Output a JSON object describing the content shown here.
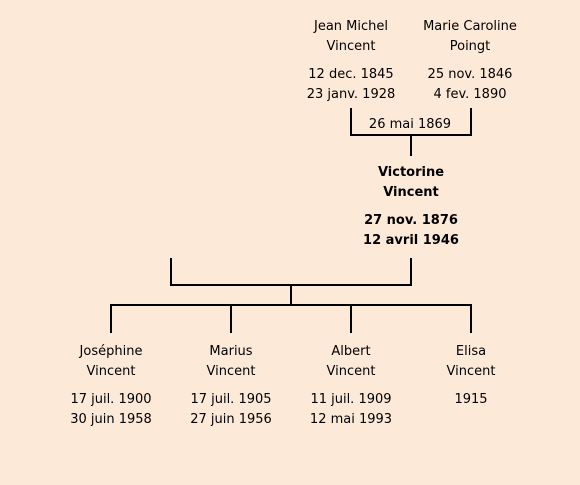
{
  "parents": {
    "father": {
      "first_name": "Jean Michel",
      "last_name": "Vincent",
      "birth": "12 dec. 1845",
      "death": "23 janv. 1928"
    },
    "mother": {
      "first_name": "Marie Caroline",
      "last_name": "Poingt",
      "birth": "25 nov. 1846",
      "death": "4 fev. 1890"
    },
    "marriage_date": "26 mai 1869"
  },
  "focus": {
    "first_name": "Victorine",
    "last_name": "Vincent",
    "birth": "27 nov. 1876",
    "death": "12 avril 1946"
  },
  "children": [
    {
      "first_name": "Joséphine",
      "last_name": "Vincent",
      "birth": "17 juil. 1900",
      "death": "30 juin 1958"
    },
    {
      "first_name": "Marius",
      "last_name": "Vincent",
      "birth": "17 juil. 1905",
      "death": "27 juin 1956"
    },
    {
      "first_name": "Albert",
      "last_name": "Vincent",
      "birth": "11 juil. 1909",
      "death": "12 mai 1993"
    },
    {
      "first_name": "Elisa",
      "last_name": "Vincent",
      "birth": "1915",
      "death": ""
    }
  ],
  "colors": {
    "background": "#fde9d8",
    "lines": "#000000"
  }
}
